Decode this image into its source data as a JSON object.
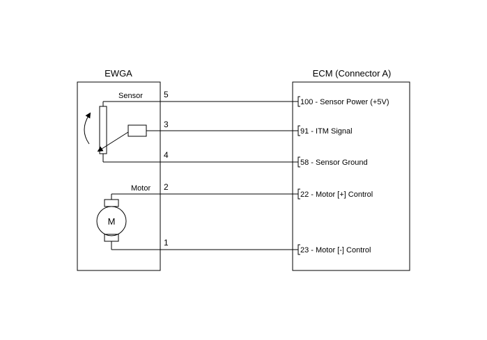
{
  "left_box": {
    "title": "EWGA",
    "sensor_label": "Sensor",
    "motor_label": "Motor",
    "motor_symbol": "M"
  },
  "right_box": {
    "title": "ECM (Connector A)"
  },
  "wires": [
    {
      "pin": "5",
      "terminal": "100 - Sensor Power (+5V)"
    },
    {
      "pin": "3",
      "terminal": "91 - ITM Signal"
    },
    {
      "pin": "4",
      "terminal": "58 - Sensor Ground"
    },
    {
      "pin": "2",
      "terminal": "22 - Motor [+] Control"
    },
    {
      "pin": "1",
      "terminal": "23 - Motor [-] Control"
    }
  ]
}
